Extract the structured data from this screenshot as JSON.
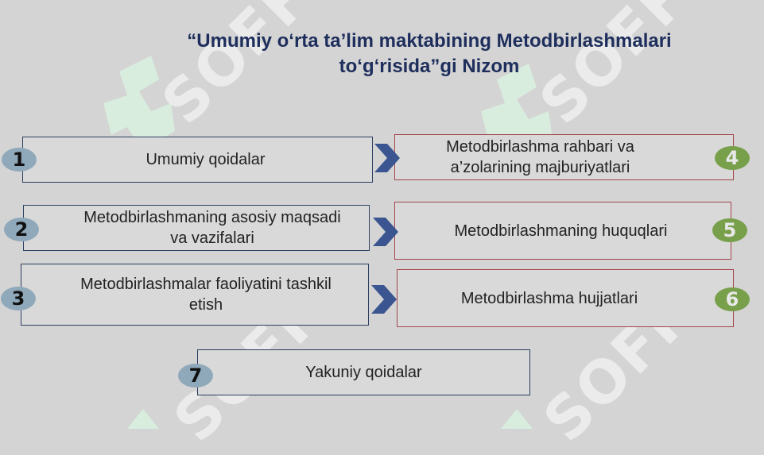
{
  "title": {
    "line1": "“Umumiy o‘rta ta’lim maktabining Metodbirlashmalari",
    "line2": "to‘g‘risida”gi  Nizom"
  },
  "watermark": "SOFF",
  "colors": {
    "title": "#1e2e5c",
    "left_border": "#2c3e60",
    "right_border": "#a4464c",
    "badge_blue": "#8fa9bb",
    "badge_green": "#78a04a",
    "arrow": "#3a5590"
  },
  "sections": [
    {
      "number": "1",
      "line1": "Umumiy qoidalar",
      "line2": ""
    },
    {
      "number": "2",
      "line1": "Metodbirlashmaning asosiy maqsadi",
      "line2": "va vazifalari"
    },
    {
      "number": "3",
      "line1": "Metodbirlashmalar faoliyatini tashkil",
      "line2": "etish"
    },
    {
      "number": "4",
      "line1": "Metodbirlashma rahbari va",
      "line2": "a’zolarining majburiyatlari"
    },
    {
      "number": "5",
      "line1": "Metodbirlashmaning huquqlari",
      "line2": ""
    },
    {
      "number": "6",
      "line1": "Metodbirlashma hujjatlari",
      "line2": ""
    },
    {
      "number": "7",
      "line1": "Yakuniy qoidalar",
      "line2": ""
    }
  ]
}
